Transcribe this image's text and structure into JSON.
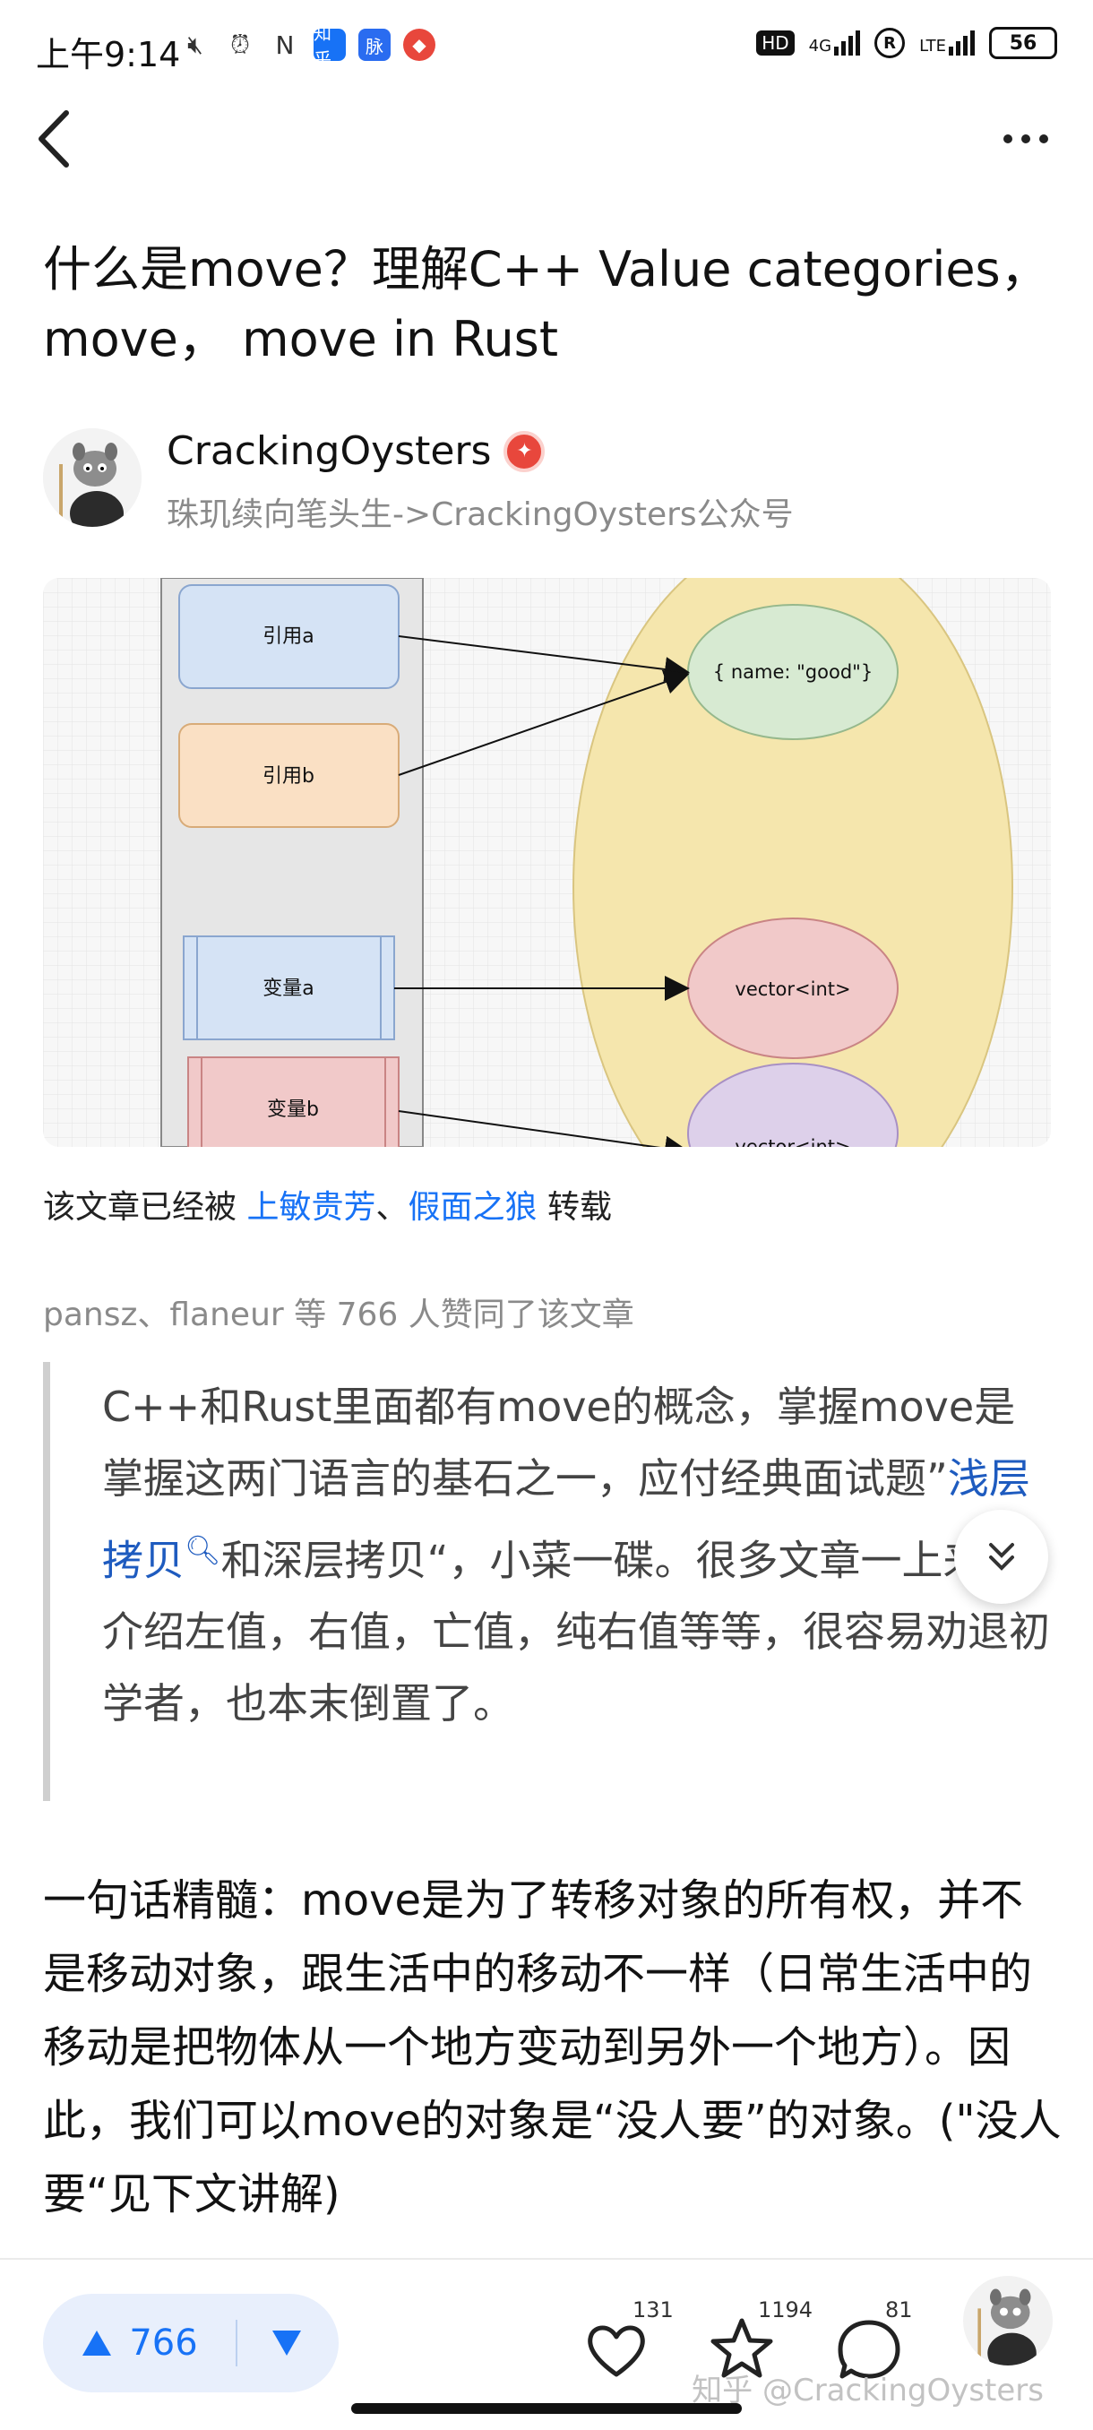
{
  "status_bar": {
    "time": "上午9:14",
    "app_icons": [
      {
        "icon": "mute-icon",
        "text": "",
        "color": "#333333"
      },
      {
        "icon": "alarm-icon",
        "text": "",
        "color": "#333333"
      },
      {
        "icon": "nfc-icon",
        "text": "",
        "color": "#333333"
      },
      {
        "icon": "zhihu-app-icon",
        "text": "知乎",
        "color": "#1772f6"
      },
      {
        "icon": "maimai-app-icon",
        "text": "脉",
        "color": "#2a6cf0"
      },
      {
        "icon": "bank-app-icon",
        "text": "",
        "color": "#e8473c"
      }
    ],
    "hd": "HD",
    "net1": "4G",
    "net2": "LTE",
    "battery": "56"
  },
  "nav": {
    "back_icon": "back-chevron-icon",
    "more_icon": "more-dots-icon"
  },
  "article": {
    "title": "什么是move？理解C++ Value categories，move， move in Rust",
    "author": {
      "name": "CrackingOysters",
      "badge_icon": "certified-badge-icon",
      "bio": "珠玑续向笔头生->CrackingOysters公众号"
    },
    "diagram": {
      "refs": [
        "引用a",
        "引用b"
      ],
      "vars": [
        "变量a",
        "变量b"
      ],
      "objects": [
        "{ name: \"good\"}",
        "vector<int>",
        "vector<int>"
      ]
    },
    "repost": {
      "prefix": "该文章已经被",
      "user1": "上敏贵芳",
      "sep": "、",
      "user2": "假面之狼",
      "suffix": "转载"
    },
    "likes_line": "pansz、flaneur 等 766 人赞同了该文章",
    "quote": {
      "part1": "C++和Rust里面都有move的概念，掌握move是掌握这两门语言的基石之一，应付经典面试题”",
      "keyword": "浅层拷贝",
      "part2": "和深层拷贝“，小菜一碟。很多文章一上来就介绍左值，右值，亡值，纯右值等等，很容易劝退初学者，也本末倒置了。"
    },
    "paragraph": "一句话精髓：move是为了转移对象的所有权，并不是移动对象，跟生活中的移动不一样（日常生活中的移动是把物体从一个地方变动到另外一个地方）。因此，我们可以move的对象是“没人要”的对象。(\"没人要“见下文讲解)"
  },
  "bottom_bar": {
    "upvote_count": "766",
    "like_count": "131",
    "favorite_count": "1194",
    "comment_count": "81",
    "watermark": "知乎 @CrackingOysters"
  }
}
